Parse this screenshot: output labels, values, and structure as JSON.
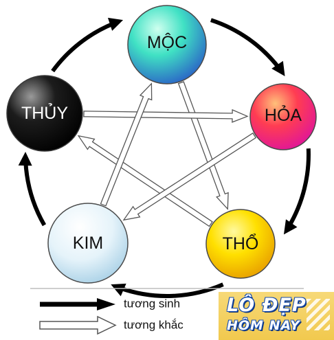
{
  "elements": {
    "moc": {
      "label": "MỘC"
    },
    "hoa": {
      "label": "HỎA"
    },
    "tho": {
      "label": "THỔ"
    },
    "kim": {
      "label": "KIM"
    },
    "thuy": {
      "label": "THỦY"
    }
  },
  "relations": {
    "generating": [
      {
        "from": "MỘC",
        "to": "HỎA"
      },
      {
        "from": "HỎA",
        "to": "THỔ"
      },
      {
        "from": "THỔ",
        "to": "KIM"
      },
      {
        "from": "KIM",
        "to": "THỦY"
      },
      {
        "from": "THỦY",
        "to": "MỘC"
      }
    ],
    "overcoming": [
      {
        "from": "MỘC",
        "to": "THỔ"
      },
      {
        "from": "THỔ",
        "to": "THỦY"
      },
      {
        "from": "THỦY",
        "to": "HỎA"
      },
      {
        "from": "HỎA",
        "to": "KIM"
      },
      {
        "from": "KIM",
        "to": "MỘC"
      }
    ]
  },
  "legend": {
    "generating_label": "tương sinh",
    "overcoming_label": "tương khắc"
  },
  "logo": {
    "line1": "LÔ ĐẸP",
    "line2": "HÔM NAY"
  }
}
